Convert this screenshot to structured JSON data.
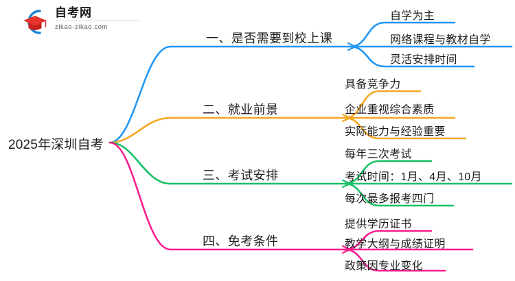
{
  "logo": {
    "name_cn": "自考网",
    "url": "zikao-zikao.com",
    "mark_icon": "graduation-cap-icon",
    "arc_color": "#1b7fd4",
    "cap_color": "#e8322c"
  },
  "mindmap": {
    "root": {
      "label": "2025年深圳自考"
    },
    "branches": [
      {
        "label": "一、是否需要到校上课",
        "color": "#2196f3",
        "children": [
          {
            "label": "自学为主"
          },
          {
            "label": "网络课程与教材自学"
          },
          {
            "label": "灵活安排时间"
          }
        ]
      },
      {
        "label": "二、就业前景",
        "color": "#f5a623",
        "children": [
          {
            "label": "具备竞争力"
          },
          {
            "label": "企业重视综合素质"
          },
          {
            "label": "实际能力与经验重要"
          }
        ]
      },
      {
        "label": "三、考试安排",
        "color": "#17c065",
        "children": [
          {
            "label": "每年三次考试"
          },
          {
            "label": "考试时间：1月、4月、10月"
          },
          {
            "label": "每次最多报考四门"
          }
        ]
      },
      {
        "label": "四、免考条件",
        "color": "#fb1e8e",
        "children": [
          {
            "label": "提供学历证书"
          },
          {
            "label": "教学大纲与成绩证明"
          },
          {
            "label": "政策因专业变化"
          }
        ]
      }
    ]
  }
}
